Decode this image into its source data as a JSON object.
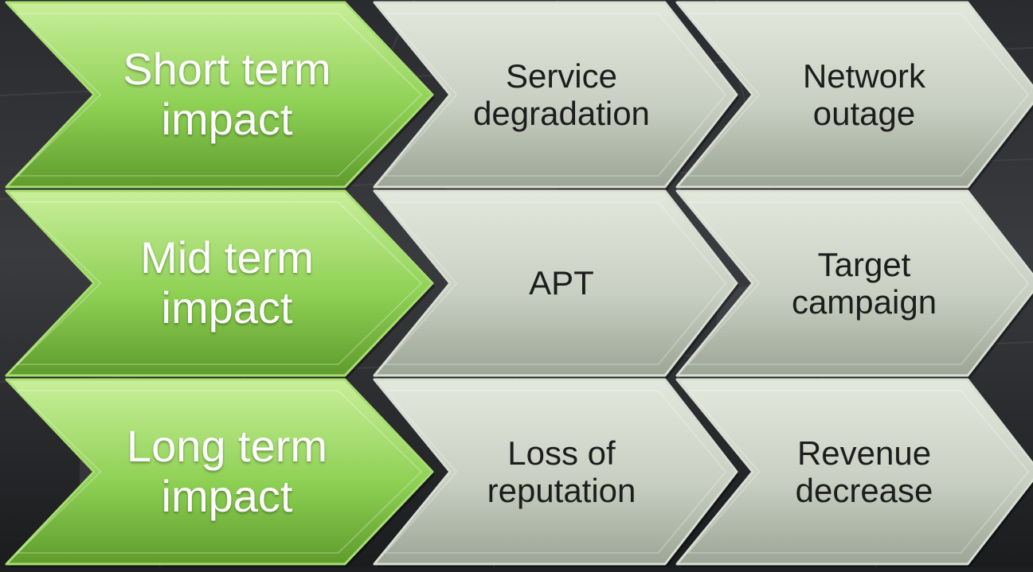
{
  "rows": [
    {
      "heading": "Short term\nimpact",
      "items": [
        "Service\ndegradation",
        "Network\noutage"
      ]
    },
    {
      "heading": "Mid term\nimpact",
      "items": [
        "APT",
        "Target\ncampaign"
      ]
    },
    {
      "heading": "Long term\nimpact",
      "items": [
        "Loss of\nreputation",
        "Revenue\ndecrease"
      ]
    }
  ],
  "colors": {
    "heading_fill_light": "#c9ef9a",
    "heading_fill_mid": "#8fd155",
    "heading_fill_dark": "#5f9c2c",
    "item_fill_light": "#e3e8dd",
    "item_fill_mid": "#c9d0c3",
    "item_fill_dark": "#9da596",
    "heading_text": "#ffffff",
    "item_text": "#1d1d1d",
    "background": "#1e1f21"
  }
}
